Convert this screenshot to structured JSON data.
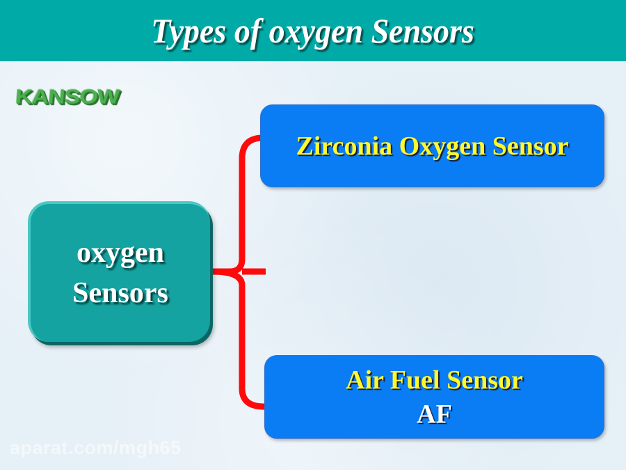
{
  "header": {
    "title": "Types of oxygen Sensors",
    "background_color": "#00aaa6"
  },
  "logo": {
    "text": "KANSOW",
    "color": "#4caf50"
  },
  "diagram": {
    "root": {
      "lines": [
        "oxygen",
        "Sensors"
      ],
      "color": "#14a3a0"
    },
    "connector": {
      "type": "curly-brace",
      "color": "#ff0000"
    },
    "children": [
      {
        "label": "Zirconia Oxygen Sensor",
        "sub": "",
        "color": "#0a7cf4",
        "label_color": "#fff82e"
      },
      {
        "label": "Air Fuel Sensor",
        "sub": "AF",
        "color": "#0a7cf4",
        "label_color": "#fff82e"
      }
    ]
  },
  "watermark": {
    "text": "aparat.com/mgh65"
  }
}
